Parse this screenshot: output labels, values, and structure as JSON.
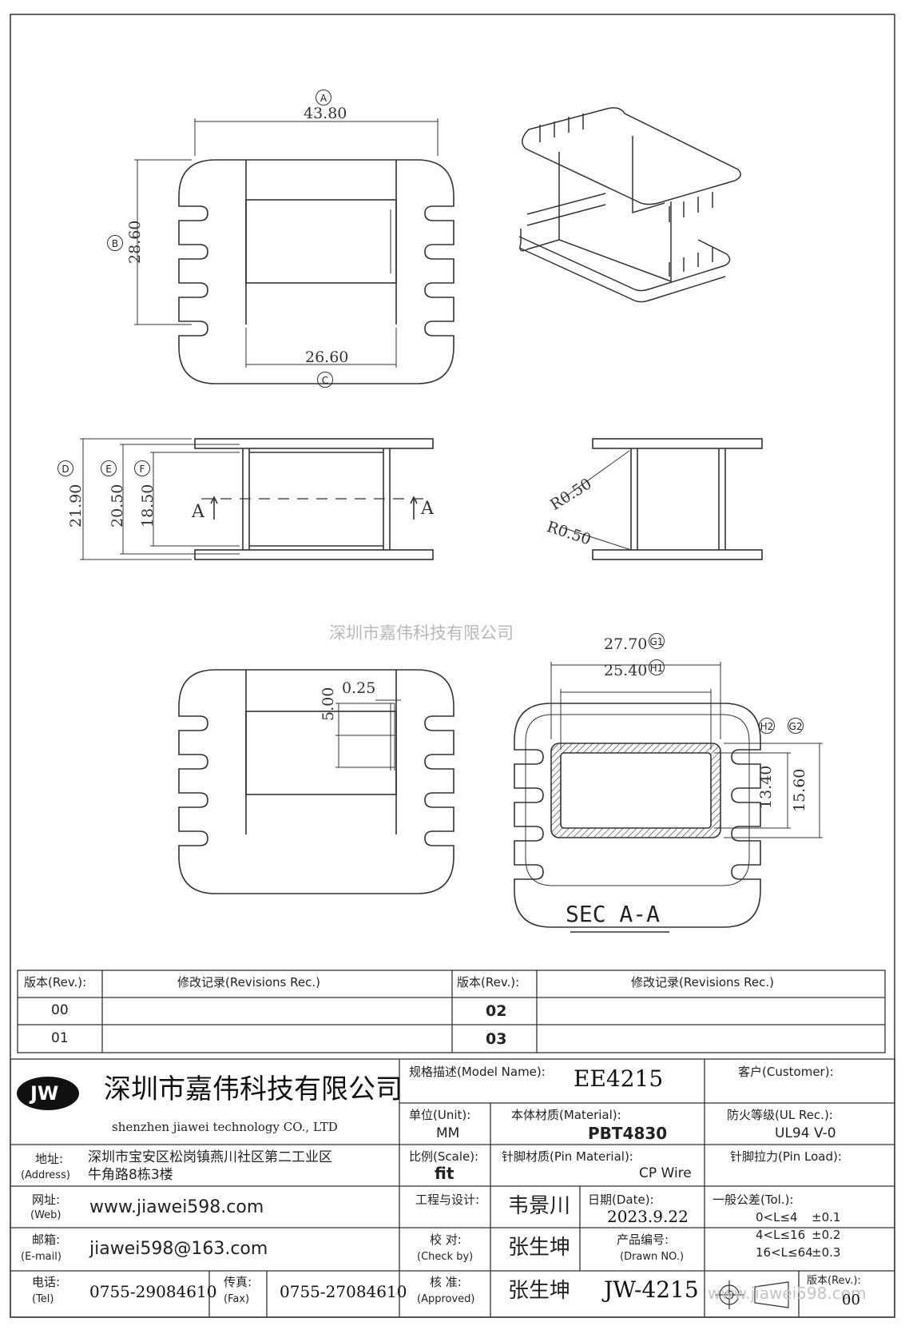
{
  "watermark_company": "深圳市嘉伟科技有限公司",
  "dimensions": {
    "A": {
      "tag": "A",
      "value": "43.80"
    },
    "B": {
      "tag": "B",
      "value": "28.60"
    },
    "C": {
      "tag": "C",
      "value": "26.60"
    },
    "D": {
      "tag": "D",
      "value": "21.90"
    },
    "E": {
      "tag": "E",
      "value": "20.50"
    },
    "F": {
      "tag": "F",
      "value": "18.50"
    },
    "G1": {
      "tag": "G1",
      "value": "27.70"
    },
    "H1": {
      "tag": "H1",
      "value": "25.40"
    },
    "H2": {
      "tag": "H2",
      "value": "13.40"
    },
    "G2": {
      "tag": "G2",
      "value": "15.60"
    },
    "radius_top": "R0.50",
    "radius_bottom": "R0.50",
    "pin_width": "0.25",
    "pin_pitch": "5.00",
    "section_marker": "A"
  },
  "section_label": "SEC A-A",
  "revisions": {
    "header_rev": "版本(Rev.):",
    "header_rec": "修改记录(Revisions Rec.)",
    "rows_left": [
      "00",
      "01"
    ],
    "rows_right": [
      "02",
      "03"
    ]
  },
  "title_block": {
    "logo": "JW",
    "company_cn": "深圳市嘉伟科技有限公司",
    "company_en": "shenzhen  jiawei  technology  CO., LTD",
    "model_label": "规格描述(Model Name):",
    "model_value": "EE4215",
    "customer_label": "客户(Customer):",
    "unit_label": "单位(Unit):",
    "unit_value": "MM",
    "material_label": "本体材质(Material):",
    "material_value": "PBT4830",
    "ul_label": "防火等级(UL Rec.):",
    "ul_value": "UL94 V-0",
    "address_label_cn": "地址:",
    "address_label_en": "(Address)",
    "address_line1": "深圳市宝安区松岗镇燕川社区第二工业区",
    "address_line2": "牛角路8栋3楼",
    "scale_label": "比例(Scale):",
    "scale_value": "fit",
    "pin_material_label": "针脚材质(Pin Material):",
    "pin_material_value": "CP Wire",
    "pin_load_label": "针脚拉力(Pin Load):",
    "web_label_cn": "网址:",
    "web_label_en": "(Web)",
    "web_value": "www.jiawei598.com",
    "design_label": "工程与设计:",
    "design_value": "韦景川",
    "date_label": "日期(Date):",
    "date_value": "2023.9.22",
    "tol_label": "一般公差(Tol.):",
    "tol_rows": [
      {
        "range": "0<L≤4",
        "tol": "±0.1"
      },
      {
        "range": "4<L≤16",
        "tol": "±0.2"
      },
      {
        "range": "16<L≤64",
        "tol": "±0.3"
      }
    ],
    "email_label_cn": "邮箱:",
    "email_label_en": "(E-mail)",
    "email_value": "jiawei598@163.com",
    "check_label_cn": "校  对:",
    "check_label_en": "(Check by)",
    "check_value": "张生坤",
    "drawn_label_cn": "产品编号:",
    "drawn_label_en": "(Drawn NO.)",
    "tel_label_cn": "电话:",
    "tel_label_en": "(Tel)",
    "tel_value": "0755-29084610",
    "fax_label_cn": "传真:",
    "fax_label_en": "(Fax)",
    "fax_value": "0755-27084610",
    "approve_label_cn": "核  准:",
    "approve_label_en": "(Approved)",
    "approve_value": "张生坤",
    "drawn_no_value": "JW-4215",
    "rev_label": "版本(Rev.):",
    "rev_value": "00",
    "footer_watermark": "www.jiawei598.com"
  }
}
